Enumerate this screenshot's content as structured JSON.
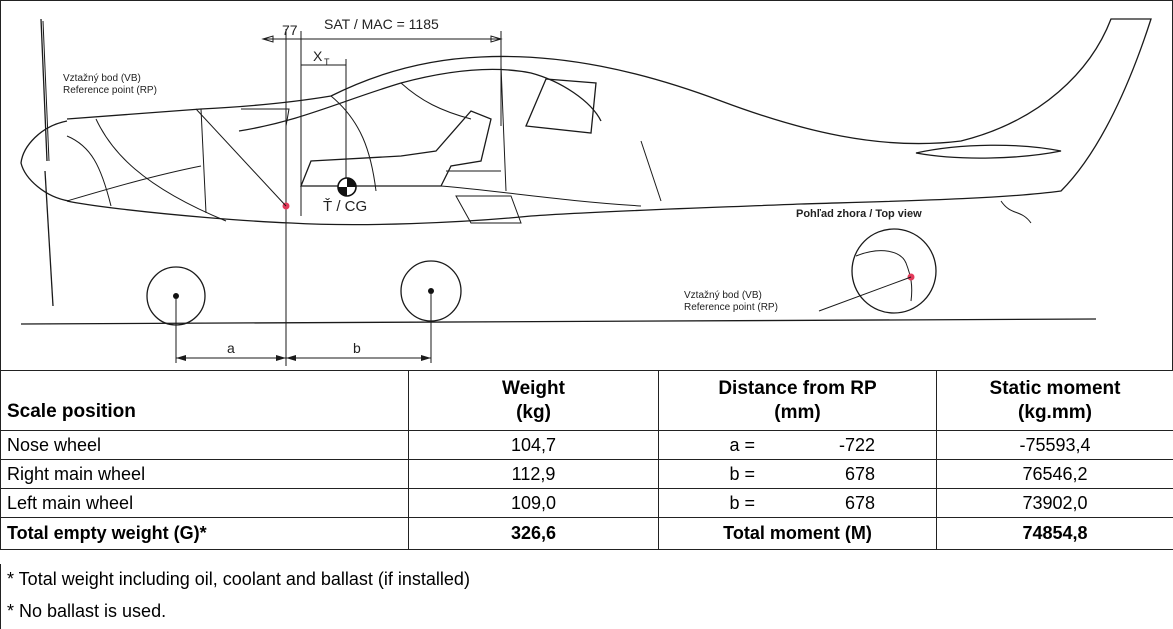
{
  "drawing": {
    "dim_77": "77",
    "dim_sat_mac": "SAT / MAC = 1185",
    "dim_xt": "X",
    "dim_xt_sub": "T",
    "cg_label": "Ť / CG",
    "rp_label_cz": "Vztažný bod (VB)",
    "rp_label_en": "Reference point (RP)",
    "top_view_title": "Pohľad zhora / Top view",
    "rp2_label_cz": "Vztažný bod (VB)",
    "rp2_label_en": "Reference point (RP)",
    "dim_a": "a",
    "dim_b": "b"
  },
  "table": {
    "headers": {
      "scale_position": "Scale position",
      "weight": "Weight",
      "weight_unit": "(kg)",
      "distance": "Distance from RP",
      "distance_unit": "(mm)",
      "moment": "Static moment",
      "moment_unit": "(kg.mm)"
    },
    "rows": [
      {
        "position": "Nose wheel",
        "weight": "104,7",
        "dist_label": "a =",
        "dist_value": "-722",
        "moment": "-75593,4"
      },
      {
        "position": "Right main wheel",
        "weight": "112,9",
        "dist_label": "b =",
        "dist_value": "678",
        "moment": "76546,2"
      },
      {
        "position": "Left main wheel",
        "weight": "109,0",
        "dist_label": "b =",
        "dist_value": "678",
        "moment": "73902,0"
      }
    ],
    "total": {
      "label": "Total empty weight (G)*",
      "weight": "326,6",
      "moment_label": "Total moment (M)",
      "moment": "74854,8"
    }
  },
  "notes": [
    "* Total weight including oil, coolant and ballast (if installed)",
    "* No ballast is used."
  ]
}
